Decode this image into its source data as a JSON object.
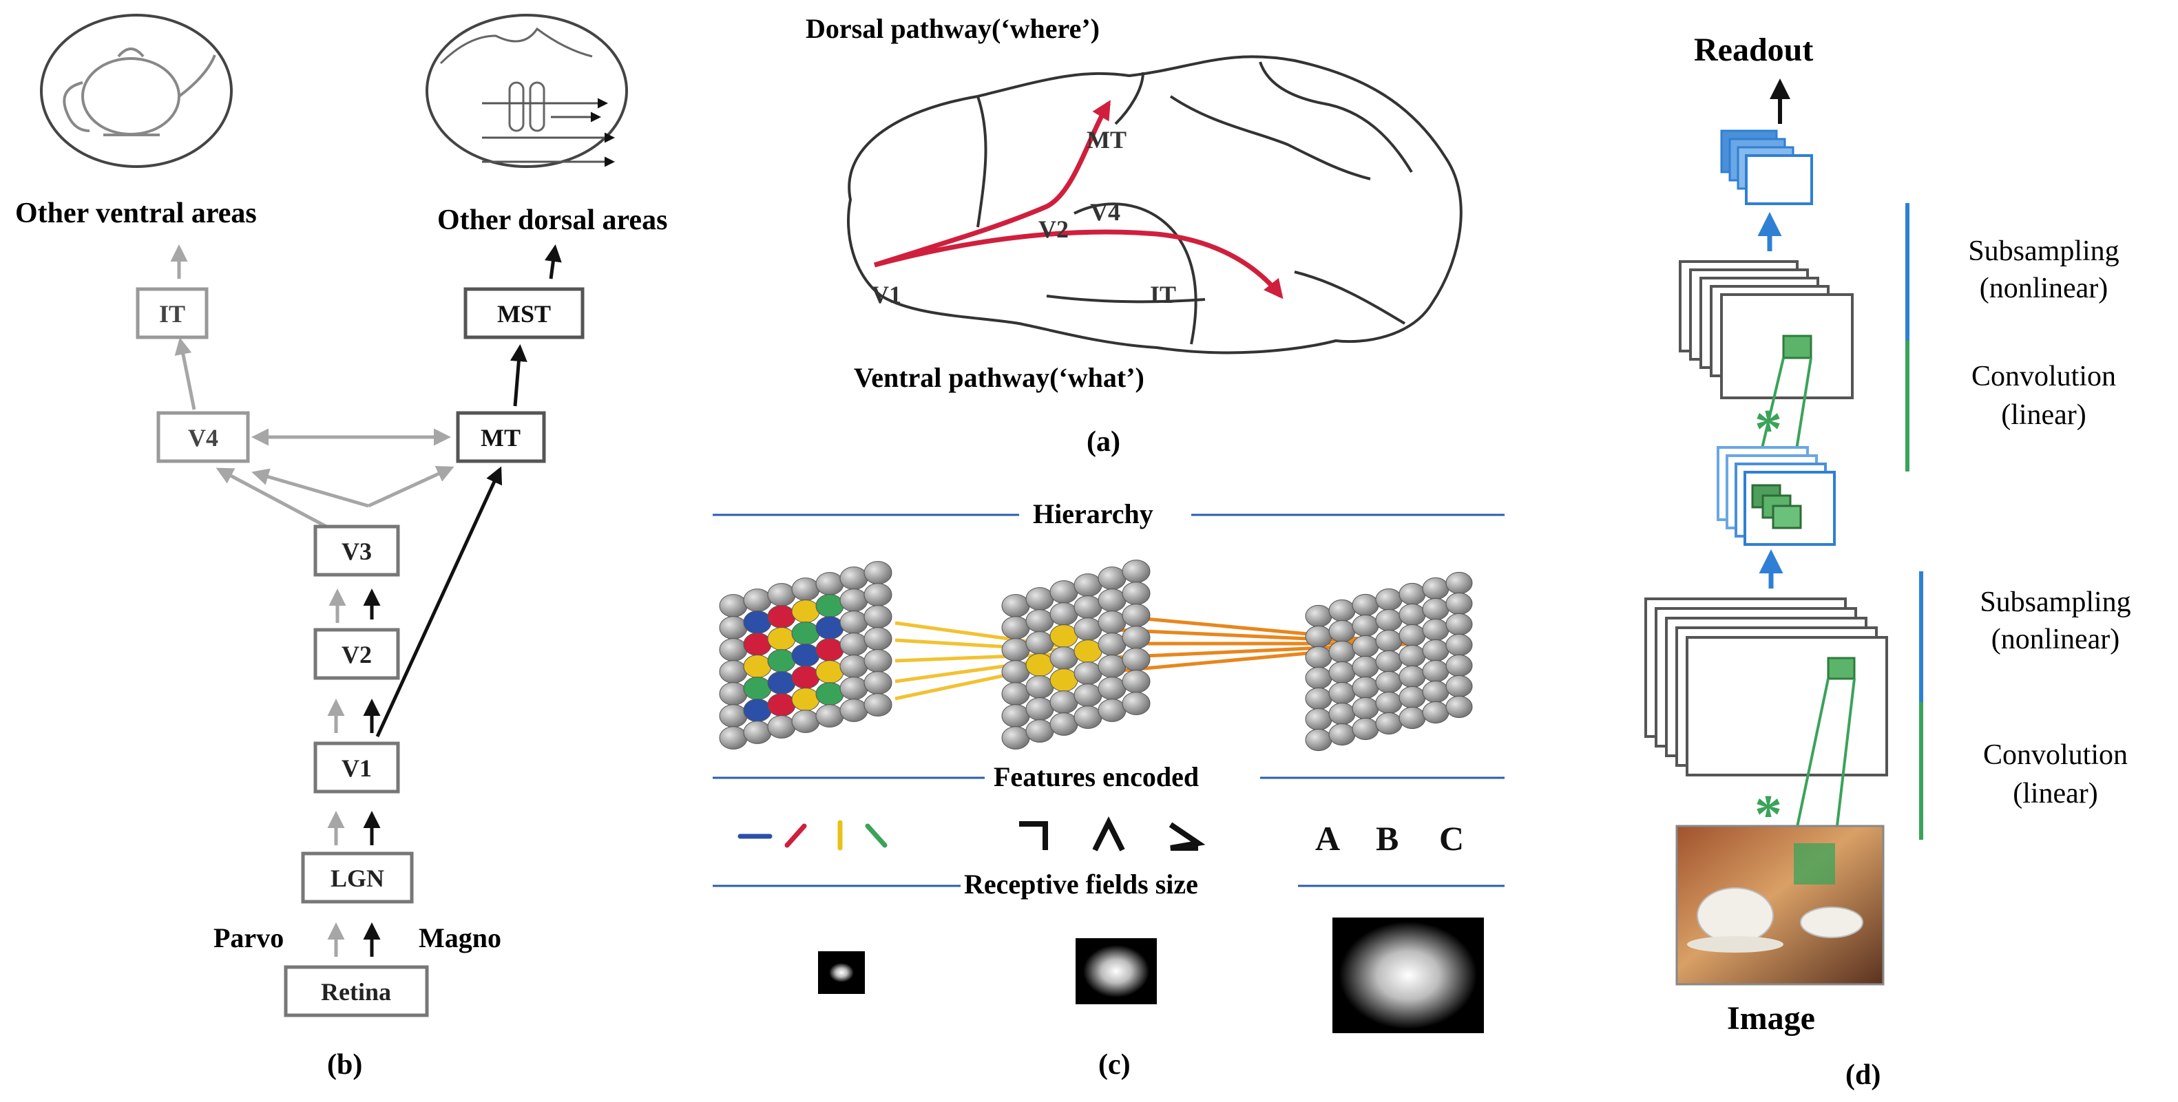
{
  "panel_b": {
    "caption": "(b)",
    "other_ventral": "Other ventral areas",
    "other_dorsal": "Other dorsal areas",
    "boxes": {
      "it": "IT",
      "mst": "MST",
      "v4": "V4",
      "mt": "MT",
      "v3": "V3",
      "v2": "V2",
      "v1": "V1",
      "lgn": "LGN",
      "retina": "Retina"
    },
    "parvo": "Parvo",
    "magno": "Magno"
  },
  "panel_a": {
    "caption": "(a)",
    "dorsal": "Dorsal pathway(‘where’)",
    "ventral": "Ventral pathway(‘what’)",
    "labels": {
      "mt": "MT",
      "v4": "V4",
      "v2": "V2",
      "v1": "V1",
      "it": "IT"
    }
  },
  "panel_c": {
    "caption": "(c)",
    "hierarchy": "Hierarchy",
    "features": "Features encoded",
    "receptive": "Receptive fields size",
    "letters": [
      "A",
      "B",
      "C"
    ]
  },
  "panel_d": {
    "caption": "(d)",
    "readout": "Readout",
    "image": "Image",
    "sub1": "Subsampling",
    "sub1b": "(nonlinear)",
    "conv1": "Convolution",
    "conv1b": "(linear)",
    "sub2": "Subsampling",
    "sub2b": "(nonlinear)",
    "conv2": "Convolution",
    "conv2b": "(linear)",
    "star": "*"
  },
  "colors": {
    "red_arrow": "#d01f3c",
    "blue": "#2f7fd4",
    "green": "#3aa35a",
    "gray": "#a0a0a0",
    "yellow_line": "#f2c230",
    "orange_line": "#e8861c"
  }
}
